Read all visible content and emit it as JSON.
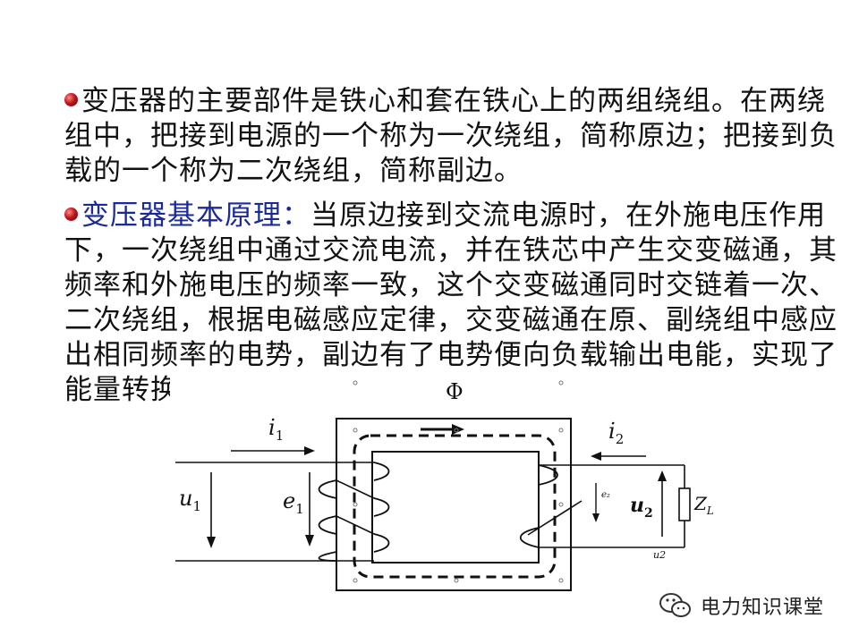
{
  "paragraph1": {
    "text": "变压器的主要部件是铁心和套在铁心上的两组绕组。在两绕组中，把接到电源的一个称为一次绕组，简称原边；把接到负载的一个称为二次绕组，简称副边。"
  },
  "paragraph2": {
    "label": "变压器基本原理：",
    "text": "当原边接到交流电源时，在外施电压作用下，一次绕组中通过交流电流，并在铁芯中产生交变磁通，其频率和外施电压的频率一致，这个交变磁通同时交链着一次、二次绕组，根据电磁感应定律，交变磁通在原、副绕组中感应出相同频率的电势，副边有了电势便向负载输出电能，实现了能量转换。"
  },
  "diagram": {
    "flux": "Φ",
    "i1": "i",
    "i1_sub": "1",
    "i2": "i",
    "i2_sub": "2",
    "u1": "u",
    "u1_sub": "1",
    "e1": "e",
    "e1_sub": "1",
    "e2": "e₂",
    "u2": "u",
    "u2_sub": "2",
    "u2_small": "u2",
    "zl": "Z",
    "zl_sub": "L"
  },
  "watermark": {
    "text": "电力知识课堂",
    "icon": "wechat-icon"
  },
  "colors": {
    "key_text": "#1a2a9a",
    "bullet": "#c0181b",
    "text": "#111111"
  }
}
